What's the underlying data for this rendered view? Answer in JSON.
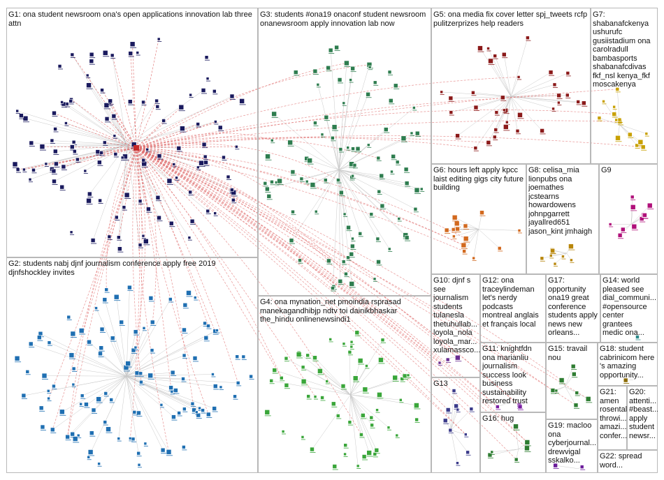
{
  "groups": [
    {
      "id": "G1",
      "text": "G1: ona student newsroom ona's open applications innovation lab three attn",
      "color": "#1a1a5e"
    },
    {
      "id": "G2",
      "text": "G2: students nabj djnf journalism conference apply free 2019 djnfshockley invites",
      "color": "#1f6fb2"
    },
    {
      "id": "G3",
      "text": "G3: students #ona19 onaconf student newsroom onanewsroom apply innovation lab now",
      "color": "#2e7d4f"
    },
    {
      "id": "G4",
      "text": "G4: ona mynation_net pmoindia rsprasad manekagandhibjp ndtv toi dainikbhaskar the_hindu onlinenewsindi1",
      "color": "#3aa63a"
    },
    {
      "id": "G5",
      "text": "G5: ona media fix cover letter spj_tweets rcfp pulitzerprizes help readers",
      "color": "#8b1a1a"
    },
    {
      "id": "G6",
      "text": "G6: hours left apply kpcc laist editing gigs city future building",
      "color": "#d2691e"
    },
    {
      "id": "G7",
      "text": "G7:\nshabanafckenya\nushurufc\ngusiistadium ona\ncarolradull\nbambasports\nshabanafcdivas\nfkf_nsl kenya_fkf\nmoscakenya",
      "color": "#c8a000"
    },
    {
      "id": "G8",
      "text": "G8: celisa_mia\nlionpubs ona\njoemathes\njcstearns\nhowardowens\njohnpgarrett\njayallred651\njason_kint jmhaigh",
      "color": "#b8860b"
    },
    {
      "id": "G9",
      "text": "G9",
      "color": "#b0107a"
    },
    {
      "id": "G10",
      "text": "G10: djnf s\nsee\njournalism\nstudents\ntulanesla\nthetuhullab...\nloyola_nola\nloyola_mar...\nxulamassco...",
      "color": "#6a2c91"
    },
    {
      "id": "G11",
      "text": "G11: knightfdn\nona marianliu\njournalism\nsuccess look\nbusiness\nsustainability\nrestored trust",
      "color": "#7b1fa2"
    },
    {
      "id": "G12",
      "text": "G12: ona\ntraceylindeman\nlet's nerdy\npodcasts\nmontreal anglais\net français local",
      "color": "#4a4a8a"
    },
    {
      "id": "G13",
      "text": "G13",
      "color": "#3a3a8a"
    },
    {
      "id": "G14",
      "text": "G14: world\npleased see\ndial_communi...\n#opensource\ncenter\ngrantees\nmedic ona...",
      "color": "#2a8a8a"
    },
    {
      "id": "G15",
      "text": "G15: travail\nnou",
      "color": "#2e7d32"
    },
    {
      "id": "G16",
      "text": "G16: hug",
      "color": "#2e7d32"
    },
    {
      "id": "G17",
      "text": "G17:\nopportunity\nona19 great\nconference\nstudents apply\nnews new\norleans...",
      "color": "#555555"
    },
    {
      "id": "G18",
      "text": "G18: student\ncabrinicom here\n's amazing\nopportunity...",
      "color": "#8a6a00"
    },
    {
      "id": "G19",
      "text": "G19: macloo\nona\ncyberjournal...\ndrewvigal\nsskalko...",
      "color": "#6a1b9a"
    },
    {
      "id": "G20",
      "text": "G20:\nattenti...\n#beast...\napply\nstudent\nnewsr...",
      "color": "#8a6a00"
    },
    {
      "id": "G21",
      "text": "G21:\namen\nrosental\nthrowi...\namazi...\nconfer...",
      "color": "#555555"
    },
    {
      "id": "G22",
      "text": "G22: spread\nword...",
      "color": "#555555"
    }
  ]
}
